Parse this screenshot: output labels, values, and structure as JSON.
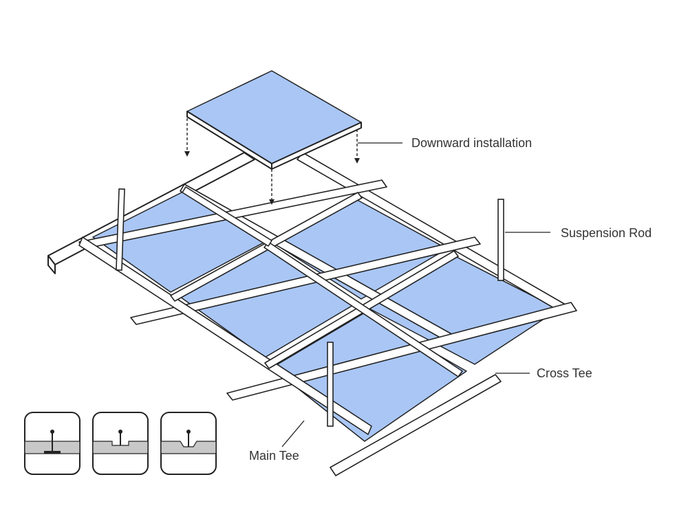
{
  "colors": {
    "tile": "#a9c6f5",
    "frame": "#ffffff",
    "stroke": "#222222",
    "label_text": "#333333",
    "icon_tile": "#c8c8c8"
  },
  "labels": {
    "downward_installation": "Downward installation",
    "suspension_rod": "Suspension Rod",
    "cross_tee": "Cross Tee",
    "main_tee": "Main Tee"
  },
  "profile_icons": [
    {
      "name": "flat-tee-profile-icon"
    },
    {
      "name": "stepped-tee-profile-icon"
    },
    {
      "name": "tegular-tee-profile-icon"
    }
  ]
}
